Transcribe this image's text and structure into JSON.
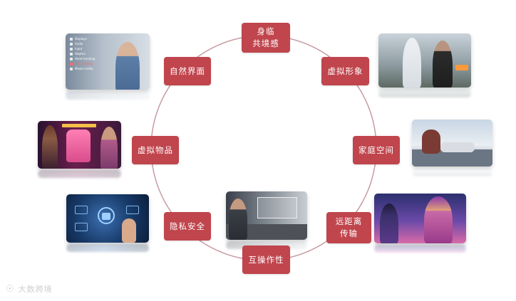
{
  "colors": {
    "node_fill": "#c0454d",
    "ring_stroke": "#c79a9f",
    "node_text": "#ffffff"
  },
  "nodes": {
    "immersion": {
      "line1": "身临",
      "line2": "共境感"
    },
    "avatar": {
      "label": "虚拟形象"
    },
    "home_space": {
      "label": "家庭空间"
    },
    "telepresence": {
      "line1": "远距离",
      "line2": "传输"
    },
    "interop": {
      "label": "互操作性"
    },
    "privacy": {
      "label": "隐私安全"
    },
    "virtual_goods": {
      "label": "虚拟物品"
    },
    "natural_ui": {
      "label": "自然界面"
    }
  },
  "menu": {
    "items": [
      "Displays",
      "Audio",
      "Input",
      "Haptics",
      "Hand tracking",
      "Eye tracking",
      "Mixed reality"
    ],
    "highlighted_index": 5
  },
  "watermark": {
    "text": "大数跨境"
  }
}
